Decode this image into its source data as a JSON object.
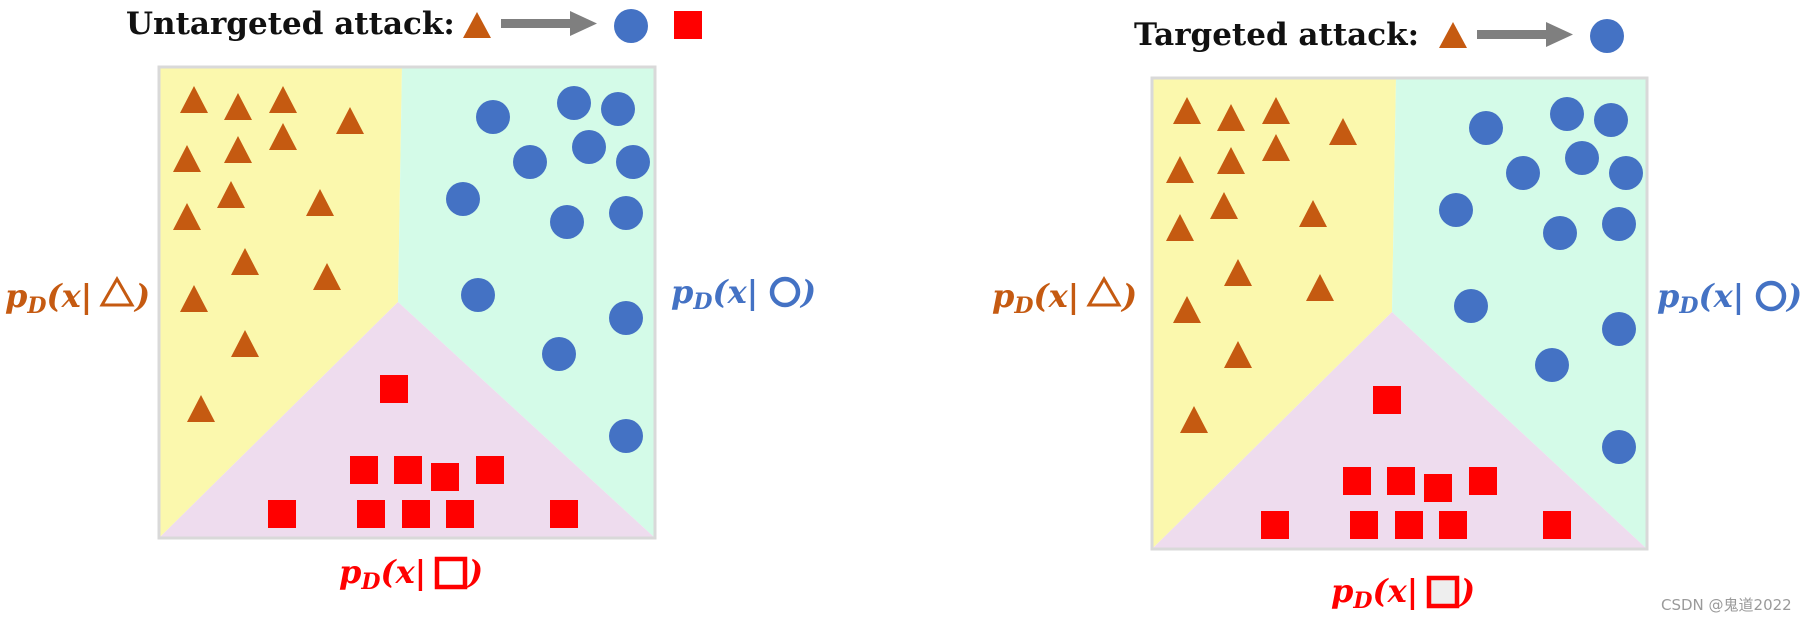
{
  "colors": {
    "triangle": "#c55a11",
    "circle": "#4472c4",
    "square": "#ff0000",
    "arrow": "#7f7f7f",
    "region_yellow": "#fbf8ad",
    "region_green": "#d4fbe8",
    "region_pink": "#eedcee",
    "frame": "#d9d9d9"
  },
  "panels": [
    {
      "title": "Untargeted attack:",
      "legend_targets": [
        "circle",
        "square"
      ],
      "labels": {
        "triangle": {
          "p": "p",
          "sub": "D",
          "args": "(x|",
          "close": ")"
        },
        "circle": {
          "p": "p",
          "sub": "D",
          "args": "(x|",
          "close": ")"
        },
        "square": {
          "p": "p",
          "sub": "D",
          "args": "(x|",
          "close": ")"
        }
      }
    },
    {
      "title": "Targeted attack:",
      "legend_targets": [
        "circle"
      ],
      "labels": {
        "triangle": {
          "p": "p",
          "sub": "D",
          "args": "(x|",
          "close": ")"
        },
        "circle": {
          "p": "p",
          "sub": "D",
          "args": "(x|",
          "close": ")"
        },
        "square": {
          "p": "p",
          "sub": "D",
          "args": "(x|",
          "close": ")"
        }
      }
    }
  ],
  "watermark": "CSDN @鬼道2022"
}
